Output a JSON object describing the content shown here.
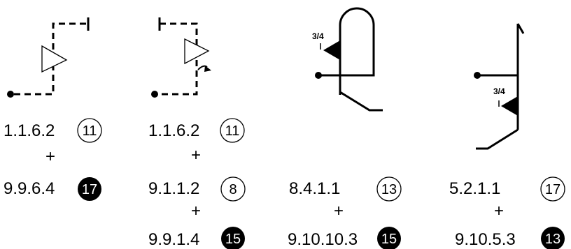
{
  "columns": [
    {
      "lines": [
        {
          "code": "1.1.6.2",
          "badge": "11",
          "badge_style": "outline"
        },
        {
          "code": "+"
        },
        {
          "code": "9.9.6.4",
          "badge": "17",
          "badge_style": "filled"
        }
      ]
    },
    {
      "lines": [
        {
          "code": "1.1.6.2",
          "badge": "11",
          "badge_style": "outline"
        },
        {
          "code": "+"
        },
        {
          "code": "9.1.1.2",
          "badge": "8",
          "badge_style": "outline"
        },
        {
          "code": "+"
        },
        {
          "code": "9.9.1.4",
          "badge": "15",
          "badge_style": "filled"
        }
      ]
    },
    {
      "fraction": "3/4",
      "lines": [
        {
          "code": "8.4.1.1",
          "badge": "13",
          "badge_style": "outline"
        },
        {
          "code": "+"
        },
        {
          "code": "9.10.10.3",
          "badge": "15",
          "badge_style": "filled"
        }
      ]
    },
    {
      "fraction": "3/4",
      "lines": [
        {
          "code": "5.2.1.1",
          "badge": "17",
          "badge_style": "outline"
        },
        {
          "code": "+"
        },
        {
          "code": "9.10.5.3",
          "badge": "13",
          "badge_style": "filled"
        }
      ]
    }
  ]
}
